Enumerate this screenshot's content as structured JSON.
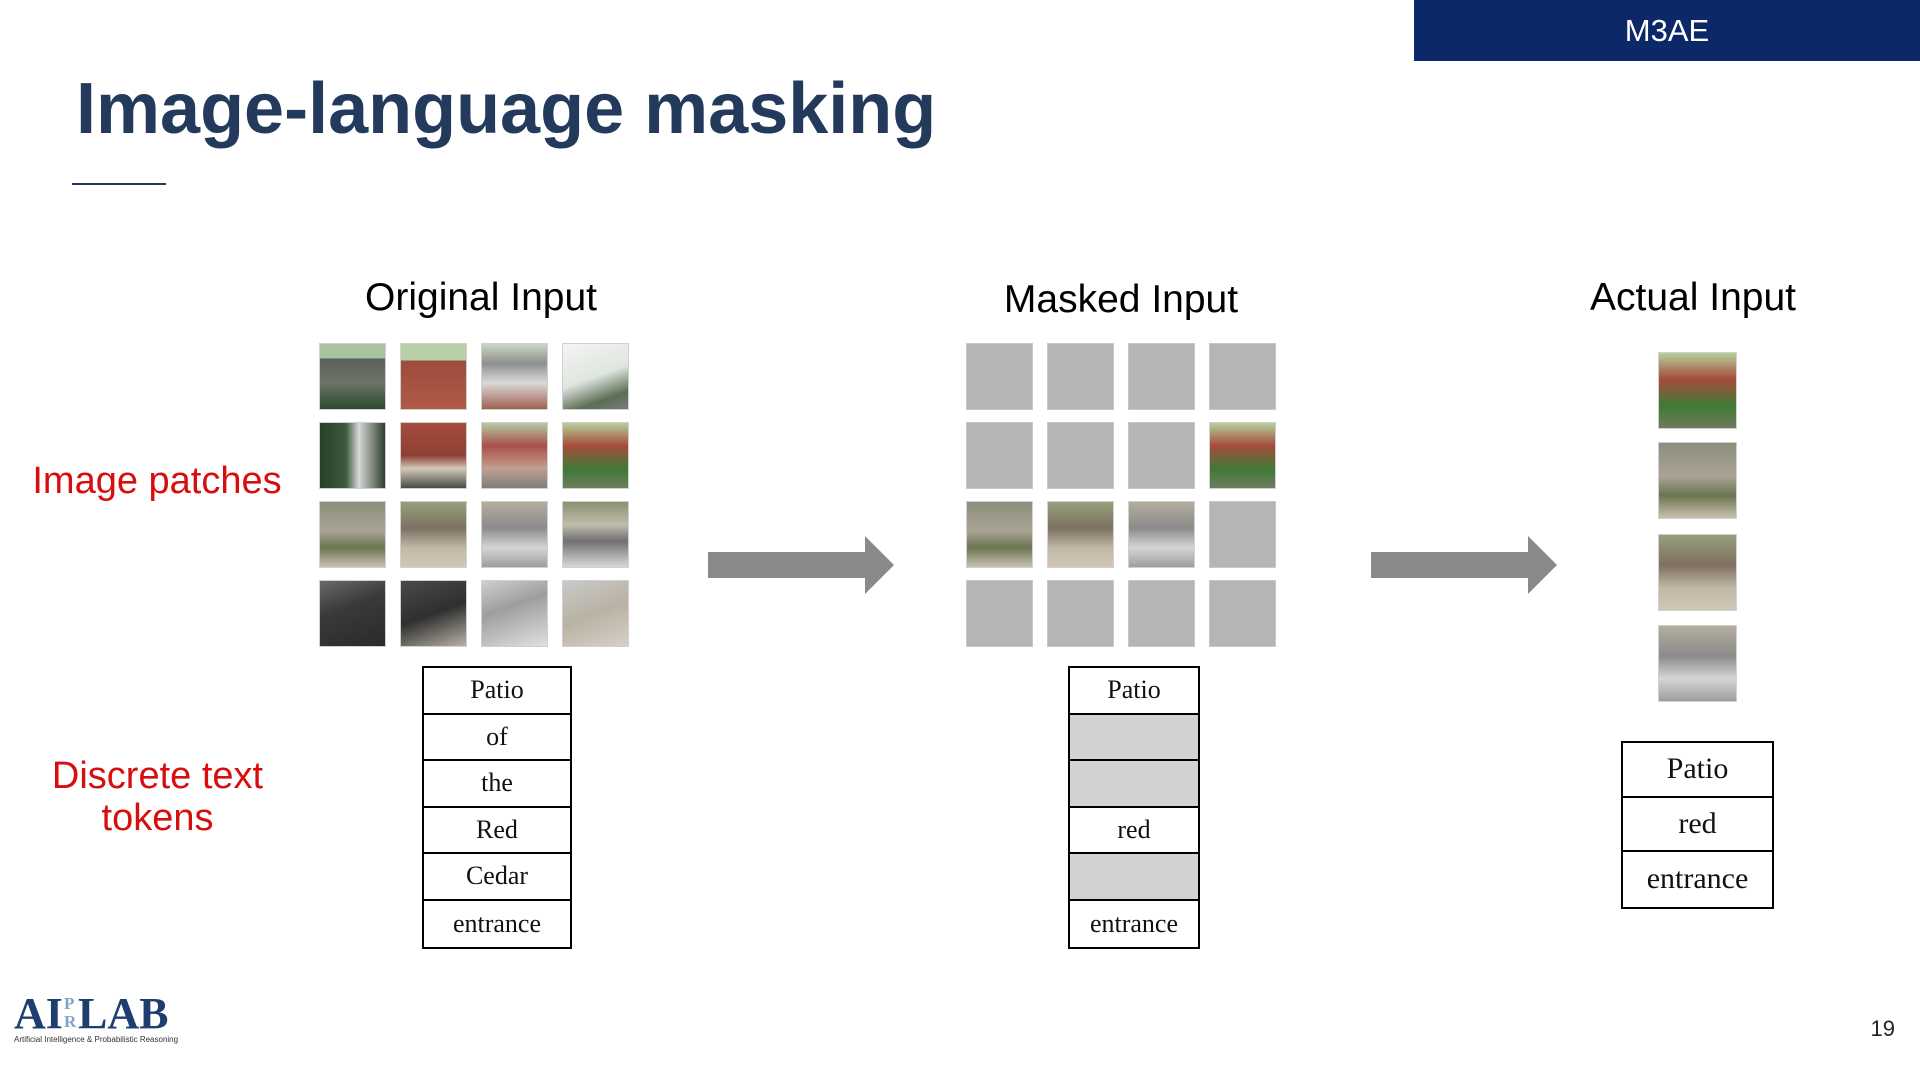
{
  "header": {
    "tag": "M3AE"
  },
  "slide": {
    "title": "Image-language masking",
    "page_number": "19"
  },
  "labels": {
    "image_patches": "Image patches",
    "text_tokens": "Discrete text tokens"
  },
  "columns": {
    "original": {
      "heading": "Original Input",
      "tokens": [
        "Patio",
        "of",
        "the",
        "Red",
        "Cedar",
        "entrance"
      ]
    },
    "masked": {
      "heading": "Masked Input",
      "tokens": [
        "Patio",
        "",
        "",
        "red",
        "",
        "entrance"
      ],
      "masked_token_rows": [
        1,
        2,
        4
      ],
      "visible_patch_indices": [
        7,
        8,
        9,
        10
      ]
    },
    "actual": {
      "heading": "Actual Input",
      "tokens": [
        "Patio",
        "red",
        "entrance"
      ]
    }
  },
  "logo": {
    "text": "AIPRLAB",
    "subtitle": "Artificial Intelligence & Probabilistic Reasoning"
  },
  "colors": {
    "navy": "#0d2869",
    "title": "#233a5d",
    "accent_red": "#d80d0d",
    "arrow": "#8a8a8a",
    "mask_gray": "#b5b5b5"
  }
}
